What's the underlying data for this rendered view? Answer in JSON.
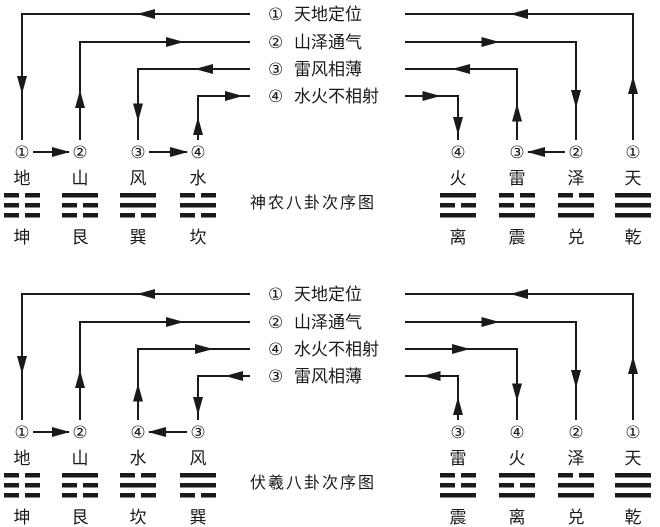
{
  "colors": {
    "ink": "#1a1a1a",
    "background": "#ffffff"
  },
  "diagrams": [
    {
      "caption": "神农八卦次序图",
      "labels": [
        {
          "num": "①",
          "text": "天地定位"
        },
        {
          "num": "②",
          "text": "山泽通气"
        },
        {
          "num": "③",
          "text": "雷风相薄"
        },
        {
          "num": "④",
          "text": "水火不相射"
        }
      ],
      "left": [
        {
          "num": "①",
          "image": "地",
          "name": "坤",
          "lines": "000"
        },
        {
          "num": "②",
          "image": "山",
          "name": "艮",
          "lines": "100"
        },
        {
          "num": "③",
          "image": "风",
          "name": "巽",
          "lines": "110"
        },
        {
          "num": "④",
          "image": "水",
          "name": "坎",
          "lines": "010"
        }
      ],
      "right": [
        {
          "num": "④",
          "image": "火",
          "name": "离",
          "lines": "101"
        },
        {
          "num": "③",
          "image": "雷",
          "name": "震",
          "lines": "001"
        },
        {
          "num": "②",
          "image": "泽",
          "name": "兑",
          "lines": "011"
        },
        {
          "num": "①",
          "image": "天",
          "name": "乾",
          "lines": "111"
        }
      ]
    },
    {
      "caption": "伏羲八卦次序图",
      "labels": [
        {
          "num": "①",
          "text": "天地定位"
        },
        {
          "num": "②",
          "text": "山泽通气"
        },
        {
          "num": "④",
          "text": "水火不相射"
        },
        {
          "num": "③",
          "text": "雷风相薄"
        }
      ],
      "left": [
        {
          "num": "①",
          "image": "地",
          "name": "坤",
          "lines": "000"
        },
        {
          "num": "②",
          "image": "山",
          "name": "艮",
          "lines": "100"
        },
        {
          "num": "④",
          "image": "水",
          "name": "坎",
          "lines": "010"
        },
        {
          "num": "③",
          "image": "风",
          "name": "巽",
          "lines": "110"
        }
      ],
      "right": [
        {
          "num": "③",
          "image": "雷",
          "name": "震",
          "lines": "001"
        },
        {
          "num": "④",
          "image": "火",
          "name": "离",
          "lines": "101"
        },
        {
          "num": "②",
          "image": "泽",
          "name": "兑",
          "lines": "011"
        },
        {
          "num": "①",
          "image": "天",
          "name": "乾",
          "lines": "111"
        }
      ]
    }
  ]
}
